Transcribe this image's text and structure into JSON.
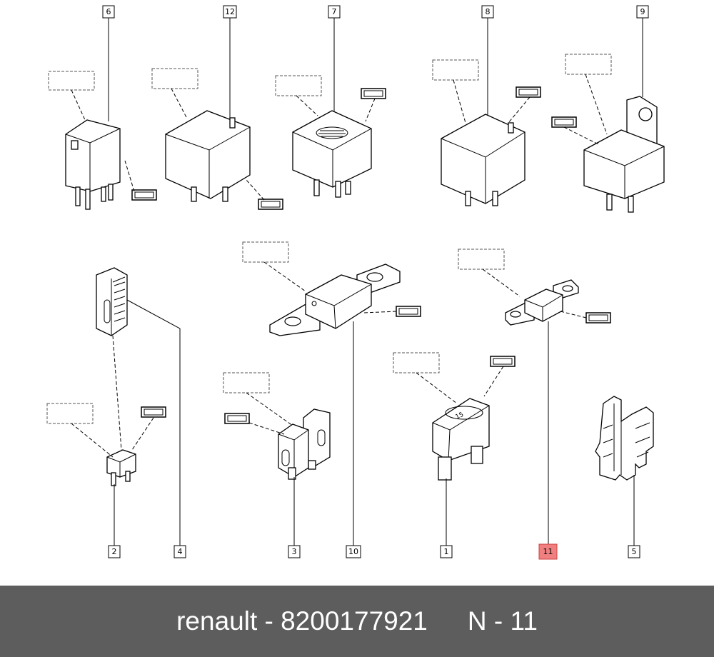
{
  "callouts": {
    "c1": "1",
    "c2": "2",
    "c3": "3",
    "c4": "4",
    "c5": "5",
    "c6": "6",
    "c7": "7",
    "c8": "8",
    "c9": "9",
    "c10": "10",
    "c11": "11",
    "c12": "12"
  },
  "highlighted_callout": "11",
  "fuse_rating_label": "15",
  "footer": {
    "brand_part": "renault - 8200177921",
    "ref": "N - 11"
  }
}
